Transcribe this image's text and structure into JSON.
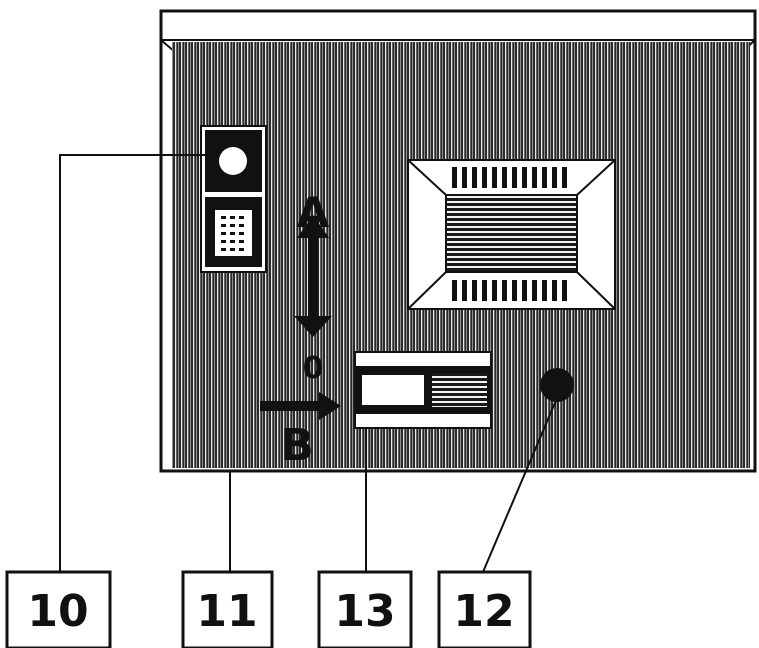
{
  "diagram": {
    "markers": {
      "upper": "A",
      "middle": "0",
      "lower": "B"
    },
    "callouts": [
      {
        "id": "10",
        "label": "10"
      },
      {
        "id": "11",
        "label": "11"
      },
      {
        "id": "13",
        "label": "13"
      },
      {
        "id": "12",
        "label": "12"
      }
    ]
  },
  "colors": {
    "ink": "#111111",
    "paper": "#ffffff"
  }
}
